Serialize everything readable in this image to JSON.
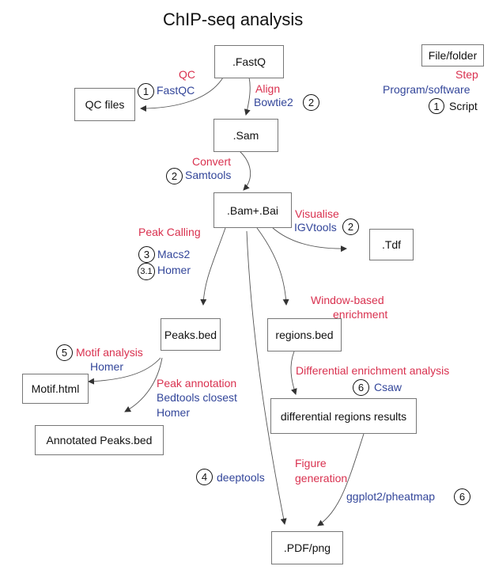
{
  "title": "ChIP-seq analysis",
  "legend": {
    "file_label": "File/folder",
    "step_label": "Step",
    "program_label": "Program/software",
    "script_num": "1",
    "script_label": "Script"
  },
  "files": {
    "fastq": ".FastQ",
    "qc_files": "QC files",
    "sam": ".Sam",
    "bam": ".Bam+.Bai",
    "tdf": ".Tdf",
    "peaks_bed": "Peaks.bed",
    "regions_bed": "regions.bed",
    "motif_html": "Motif.html",
    "annotated_peaks": "Annotated Peaks.bed",
    "diff_results": "differential regions results",
    "pdf_png": ".PDF/png"
  },
  "steps": {
    "qc": "QC",
    "align": "Align",
    "convert": "Convert",
    "visualise": "Visualise",
    "peak_calling": "Peak Calling",
    "window_line1": "Window-based",
    "window_line2": "enrichment",
    "motif": "Motif analysis",
    "peak_annotation": "Peak annotation",
    "diff_enrich": "Differential enrichment analysis",
    "figure_line1": "Figure",
    "figure_line2": "generation"
  },
  "programs": {
    "fastqc": "FastQC",
    "bowtie2": "Bowtie2",
    "samtools": "Samtools",
    "igvtools": "IGVtools",
    "macs2": "Macs2",
    "homer_peak": "Homer",
    "homer_motif": "Homer",
    "bedtools": "Bedtools closest",
    "homer_annot": "Homer",
    "csaw": "Csaw",
    "deeptools": "deeptools",
    "ggplot": "ggplot2/pheatmap"
  },
  "scripts": {
    "fastqc": "1",
    "bowtie2": "2",
    "samtools": "2",
    "igvtools": "2",
    "macs2": "3",
    "homer": "3.1",
    "motif": "5",
    "csaw": "6",
    "deeptools": "4",
    "ggplot": "6"
  },
  "colors": {
    "step": "#d9314f",
    "program": "#33469a",
    "script": "#111111",
    "box_border": "#777777"
  }
}
